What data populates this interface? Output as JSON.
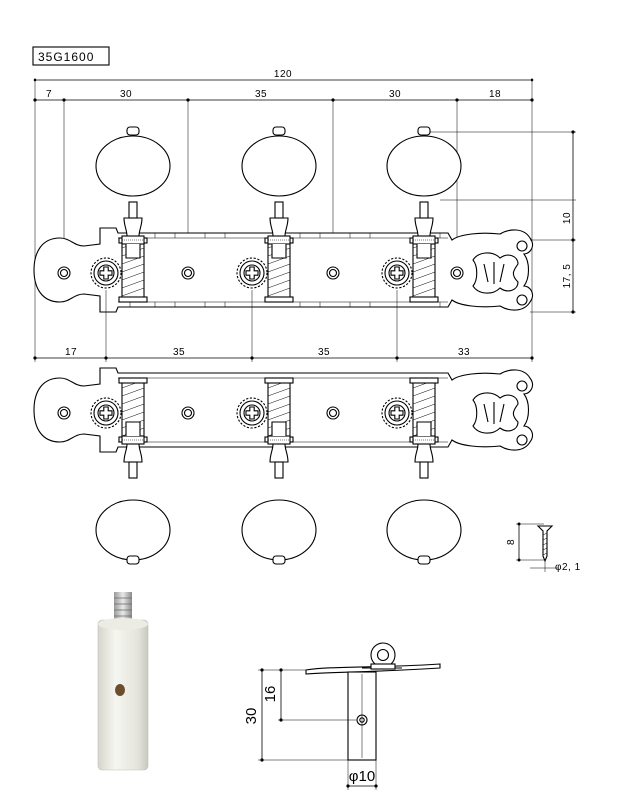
{
  "part_code": "35G1600",
  "top_view": {
    "overall_width": "120",
    "upper_dims": [
      "7",
      "30",
      "35",
      "30",
      "18"
    ],
    "lower_dims": [
      "17",
      "35",
      "35",
      "33"
    ],
    "right_dims": [
      "10",
      "17, 5"
    ]
  },
  "screw": {
    "length": "8",
    "diameter": "φ2, 1"
  },
  "side_view": {
    "height": "30",
    "offset": "16",
    "diameter": "φ10"
  }
}
